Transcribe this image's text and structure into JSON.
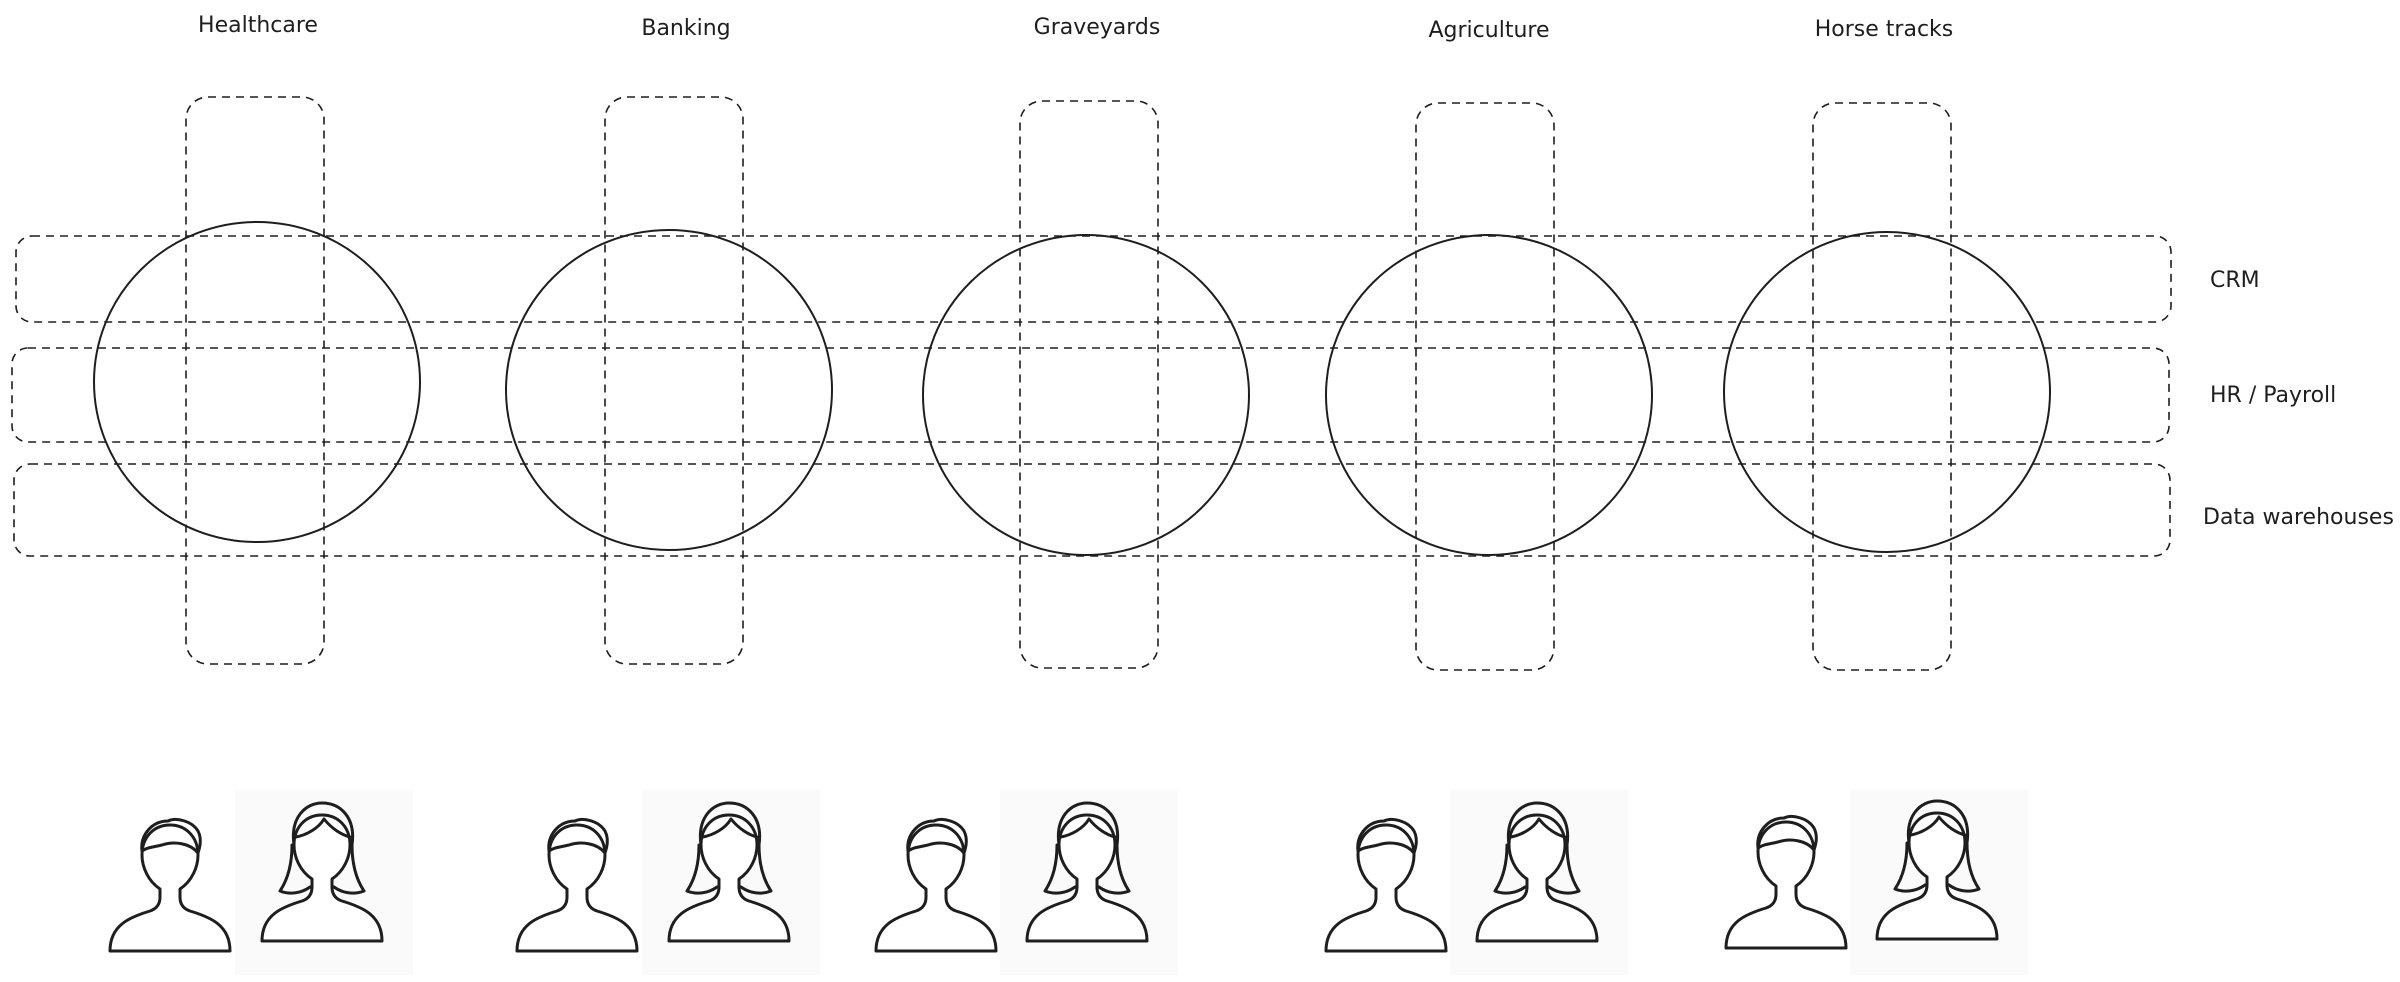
{
  "columns": [
    {
      "label": "Healthcare"
    },
    {
      "label": "Banking"
    },
    {
      "label": "Graveyards"
    },
    {
      "label": "Agriculture"
    },
    {
      "label": "Horse tracks"
    }
  ],
  "rows": [
    {
      "label": "CRM"
    },
    {
      "label": "HR / Payroll"
    },
    {
      "label": "Data warehouses"
    }
  ],
  "people": {
    "icon_male": "male-person-icon",
    "icon_female": "female-person-icon"
  }
}
